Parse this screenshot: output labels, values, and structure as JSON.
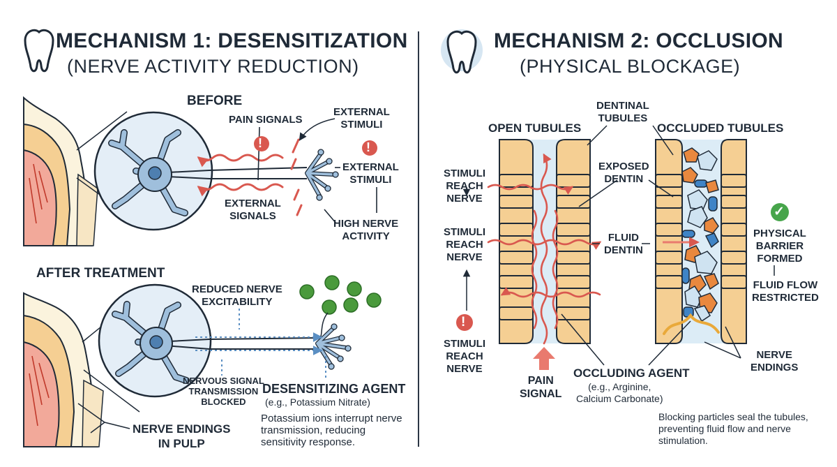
{
  "left": {
    "title": "MECHANISM 1: DESENSITIZATION",
    "subtitle": "(NERVE ACTIVITY REDUCTION)",
    "before": {
      "heading": "BEFORE",
      "pain_signals": "PAIN SIGNALS",
      "external_stimuli_1": [
        "EXTERNAL",
        "STIMULI"
      ],
      "external_stimuli_2": [
        "EXTERNAL",
        "STIMULI"
      ],
      "external_signals": [
        "EXTERNAL",
        "SIGNALS"
      ],
      "high_nerve_activity": [
        "HIGH NERVE",
        "ACTIVITY"
      ]
    },
    "after": {
      "heading": "AFTER TREATMENT",
      "reduced_excitability": [
        "REDUCED NERVE",
        "EXCITABILITY"
      ],
      "signal_blocked": [
        "NERVOUS SIGNAL",
        "TRANSMISSION",
        "BLOCKED"
      ],
      "agent_title": "DESENSITIZING AGENT",
      "agent_example": "(e.g., Potassium Nitrate)",
      "agent_description": "Potassium ions interrupt nerve transmission, reducing sensitivity response.",
      "nerve_endings": [
        "NERVE ENDINGS",
        "IN PULP"
      ]
    }
  },
  "right": {
    "title": "MECHANISM 2: OCCLUSION",
    "subtitle": "(PHYSICAL BLOCKAGE)",
    "open_tubules": "OPEN TUBULES",
    "occluded_tubules": "OCCLUDED TUBULES",
    "dentinal_tubules": [
      "DENTINAL",
      "TUBULES"
    ],
    "exposed_dentin": [
      "EXPOSED",
      "DENTIN"
    ],
    "fluid_dentin": [
      "FLUID",
      "DENTIN"
    ],
    "stimuli_1": [
      "STIMULI",
      "REACH",
      "NERVE"
    ],
    "stimuli_2": [
      "STIMULI",
      "REACH",
      "NERVE"
    ],
    "stimuli_3": [
      "STIMULI",
      "REACH",
      "NERVE"
    ],
    "pain_signal": [
      "PAIN",
      "SIGNAL"
    ],
    "agent_title": "OCCLUDING AGENT",
    "agent_example": [
      "(e.g., Arginine,",
      "Calcium Carbonate)"
    ],
    "physical_barrier": [
      "PHYSICAL",
      "BARRIER",
      "FORMED"
    ],
    "fluid_restricted": [
      "FLUID FLOW",
      "RESTRICTED"
    ],
    "nerve_endings": [
      "NERVE",
      "ENDINGS"
    ],
    "description": "Blocking particles seal the tubules, preventing fluid flow and nerve stimulation."
  },
  "alert_symbol": "!",
  "check_symbol": "✓",
  "colors": {
    "ink": "#1f2a37",
    "pain_red": "#d9584f",
    "enamel_cream": "#fbf3dd",
    "dentin_tan": "#f5cf93",
    "pulp_pink": "#f2a99a",
    "nerve_blue": "#9fbfdc",
    "fluid_blue": "#dcecf6",
    "particle_orange": "#e9883e",
    "particle_blue": "#3f84c6",
    "crystal_blue": "#cfe3f1",
    "agent_green": "#4a9a3c",
    "check_green": "#47a54b",
    "divider": "#2b3645"
  }
}
